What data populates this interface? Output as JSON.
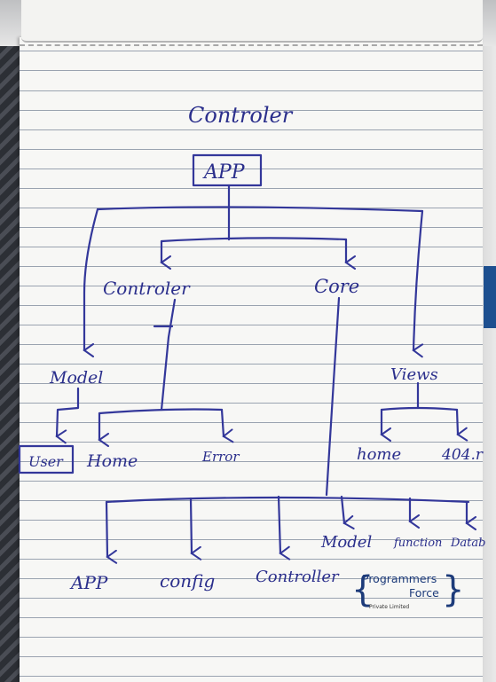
{
  "title": "Controler",
  "nodes": {
    "app": "APP",
    "controler": "Controler",
    "core": "Core",
    "model": "Model",
    "views": "Views",
    "user": "User",
    "home_ctrl": "Home",
    "error": "Error",
    "home_view": "home",
    "404": "404.r",
    "core_app": "APP",
    "core_config": "config",
    "core_controller": "Controller",
    "core_model": "Model",
    "core_function": "function",
    "core_datab": "Datab"
  },
  "logo": {
    "line1": "Programmers",
    "line2": "Force",
    "line3": "Private Limited"
  },
  "colors": {
    "ink": "#2b2f8c",
    "logo_blue": "#1d3b7a"
  }
}
